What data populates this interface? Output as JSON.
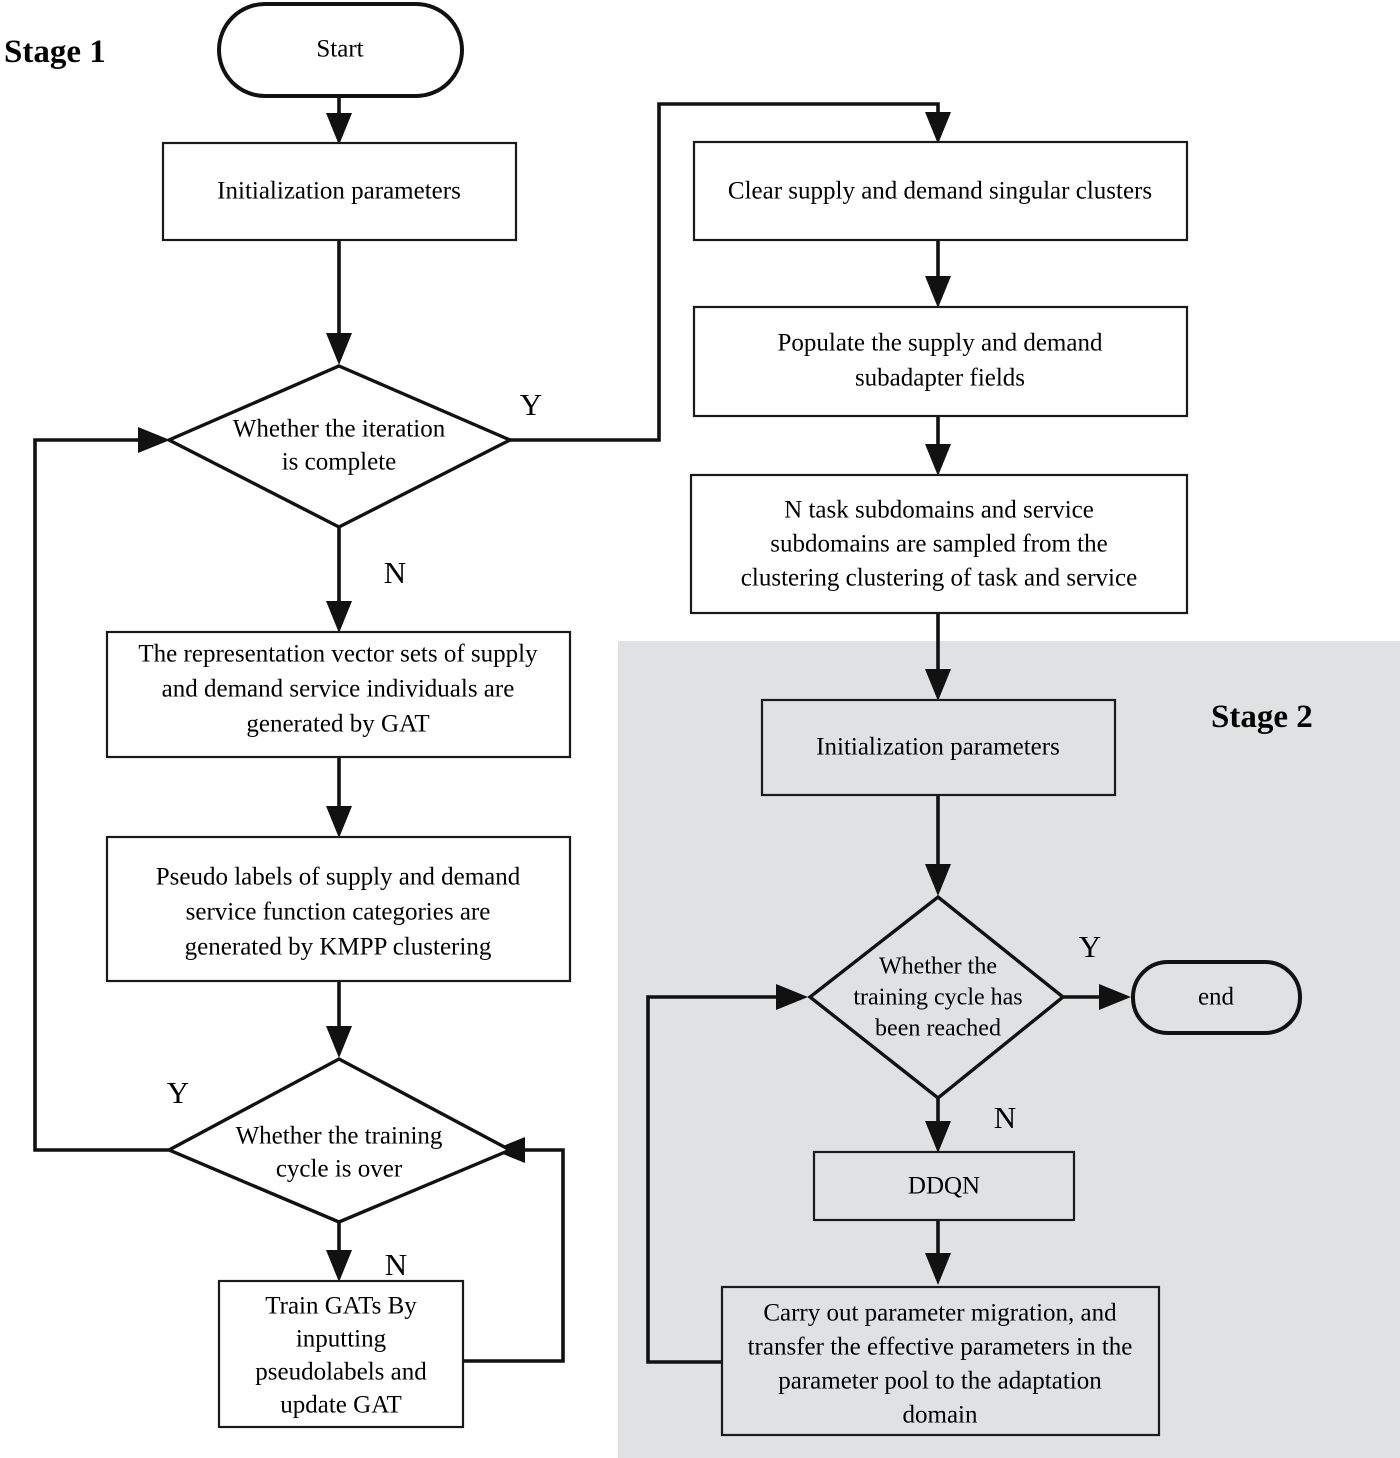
{
  "diagram": {
    "title_stage1": "Stage 1",
    "title_stage2": "Stage 2",
    "colors": {
      "stage2_background": "#dfe1e2",
      "stroke": "#111111",
      "node_fill": "#ffffff"
    }
  },
  "stage1": {
    "label": "Stage 1",
    "nodes": {
      "start": "Start",
      "init_params": "Initialization parameters",
      "iteration_check": "Whether the iteration is complete",
      "iteration_check_l1": "Whether the iteration",
      "iteration_check_l2": "is complete",
      "repr_vectors_l1": "The representation vector sets of supply",
      "repr_vectors_l2": "and demand service individuals are",
      "repr_vectors_l3": "generated by GAT",
      "pseudo_labels_l1": "Pseudo labels of supply and demand",
      "pseudo_labels_l2": "service function categories are",
      "pseudo_labels_l3": "generated by KMPP clustering",
      "training_check_l1": "Whether the training",
      "training_check_l2": "cycle is over",
      "train_gats_l1": "Train GATs By",
      "train_gats_l2": "inputting",
      "train_gats_l3": "pseudolabels and",
      "train_gats_l4": "update GAT"
    },
    "branches": {
      "iteration_yes": "Y",
      "iteration_no": "N",
      "training_yes": "Y",
      "training_no": "N"
    }
  },
  "middle": {
    "nodes": {
      "clear_clusters": "Clear supply and demand singular clusters",
      "populate_l1": "Populate the supply and demand",
      "populate_l2": "subadapter fields",
      "subdomains_l1": "N task subdomains and service",
      "subdomains_l2": "subdomains are sampled from the",
      "subdomains_l3": "clustering clustering of task and service"
    }
  },
  "stage2": {
    "label": "Stage 2",
    "nodes": {
      "init_params": "Initialization parameters",
      "cycle_check_l1": "Whether the",
      "cycle_check_l2": "training cycle has",
      "cycle_check_l3": "been reached",
      "end": "end",
      "ddqn": "DDQN",
      "migration_l1": "Carry out parameter migration, and",
      "migration_l2": "transfer the effective parameters in the",
      "migration_l3": "parameter pool to the adaptation",
      "migration_l4": "domain"
    },
    "branches": {
      "cycle_yes": "Y",
      "cycle_no": "N"
    }
  }
}
